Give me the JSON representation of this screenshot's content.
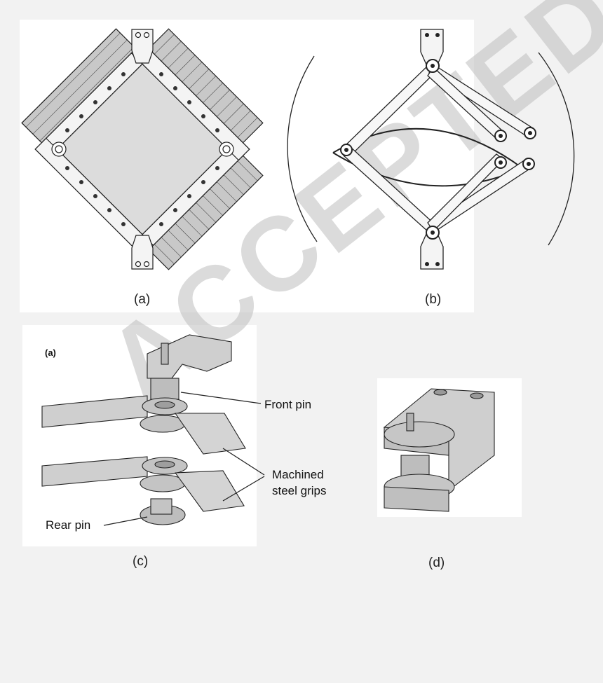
{
  "labels": {
    "a": "(a)",
    "b": "(b)",
    "c": "(c)",
    "d": "(d)",
    "inset_a": "(a)"
  },
  "callouts": {
    "front_pin": "Front pin",
    "machined_line1": "Machined",
    "machined_line2": "steel grips",
    "rear_pin": "Rear pin"
  },
  "watermark": "ACCEPTED MANUSCRIPT",
  "colors": {
    "background": "#f2f2f2",
    "panel": "#ffffff",
    "part_fill": "#cfcfcf",
    "part_shade": "#a9a9a9",
    "specimen": "#dcdcdc",
    "stroke": "#222222"
  }
}
